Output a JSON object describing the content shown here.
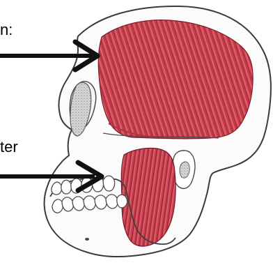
{
  "image": {
    "type": "anatomical-illustration",
    "subject": "skull-with-temporalis-and-masseter",
    "colors": {
      "muscle": "#c73a47",
      "muscle_dark": "#a32634",
      "outline": "#2a2a2a",
      "bone": "#f7f7f7",
      "shadow": "#bdbdbd",
      "arrow": "#111111"
    }
  },
  "labels": {
    "top_partial": "n:",
    "bottom_partial": "ter"
  }
}
